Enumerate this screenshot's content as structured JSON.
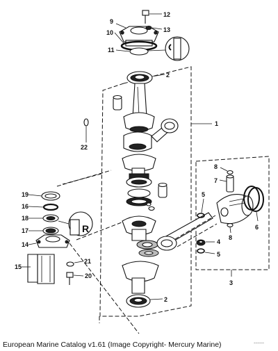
{
  "caption": "European Marine Catalog v1.61 (Image Copyright- Mercury Marine)",
  "trailing_mark": "-----",
  "callouts": [
    {
      "id": "12",
      "text": "12"
    },
    {
      "id": "9",
      "text": "9"
    },
    {
      "id": "13",
      "text": "13"
    },
    {
      "id": "10",
      "text": "10"
    },
    {
      "id": "11",
      "text": "11"
    },
    {
      "id": "2a",
      "text": "2"
    },
    {
      "id": "1",
      "text": "1"
    },
    {
      "id": "22",
      "text": "22"
    },
    {
      "id": "8a",
      "text": "8"
    },
    {
      "id": "7",
      "text": "7"
    },
    {
      "id": "5a",
      "text": "5"
    },
    {
      "id": "6",
      "text": "6"
    },
    {
      "id": "8b",
      "text": "8"
    },
    {
      "id": "4",
      "text": "4"
    },
    {
      "id": "5b",
      "text": "5"
    },
    {
      "id": "3",
      "text": "3"
    },
    {
      "id": "19",
      "text": "19"
    },
    {
      "id": "16",
      "text": "16"
    },
    {
      "id": "18",
      "text": "18"
    },
    {
      "id": "17",
      "text": "17"
    },
    {
      "id": "14",
      "text": "14"
    },
    {
      "id": "21",
      "text": "21"
    },
    {
      "id": "15",
      "text": "15"
    },
    {
      "id": "20",
      "text": "20"
    },
    {
      "id": "2b",
      "text": "2"
    }
  ],
  "inset_letter": "R"
}
